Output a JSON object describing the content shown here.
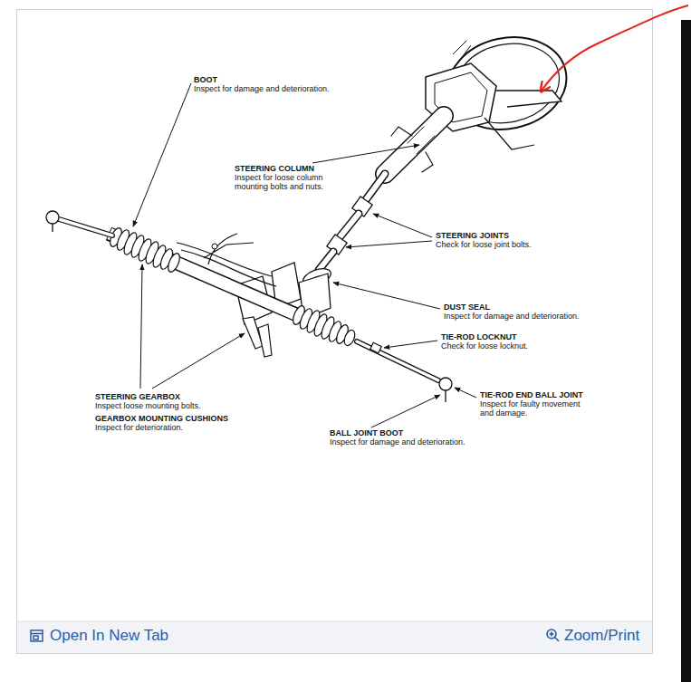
{
  "diagram": {
    "labels": [
      "BOOT",
      "Inspect for damage and deterioration.",
      "STEERING COLUMN",
      "Inspect for loose column mounting bolts and nuts.",
      "STEERING JOINTS",
      "Check for loose joint bolts.",
      "DUST SEAL",
      "Inspect for damage and deterioration.",
      "TIE-ROD LOCKNUT",
      "Check for loose locknut.",
      "TIE-ROD END BALL JOINT",
      "Inspect for faulty movement and damage.",
      "STEERING GEARBOX",
      "Inspect loose mounting bolts.",
      "GEARBOX MOUNTING CUSHIONS",
      "Inspect for deterioration.",
      "BALL JOINT BOOT",
      "Inspect for damage and deterioration.",
      "Open In New Tab",
      "Zoom/Print"
    ]
  }
}
